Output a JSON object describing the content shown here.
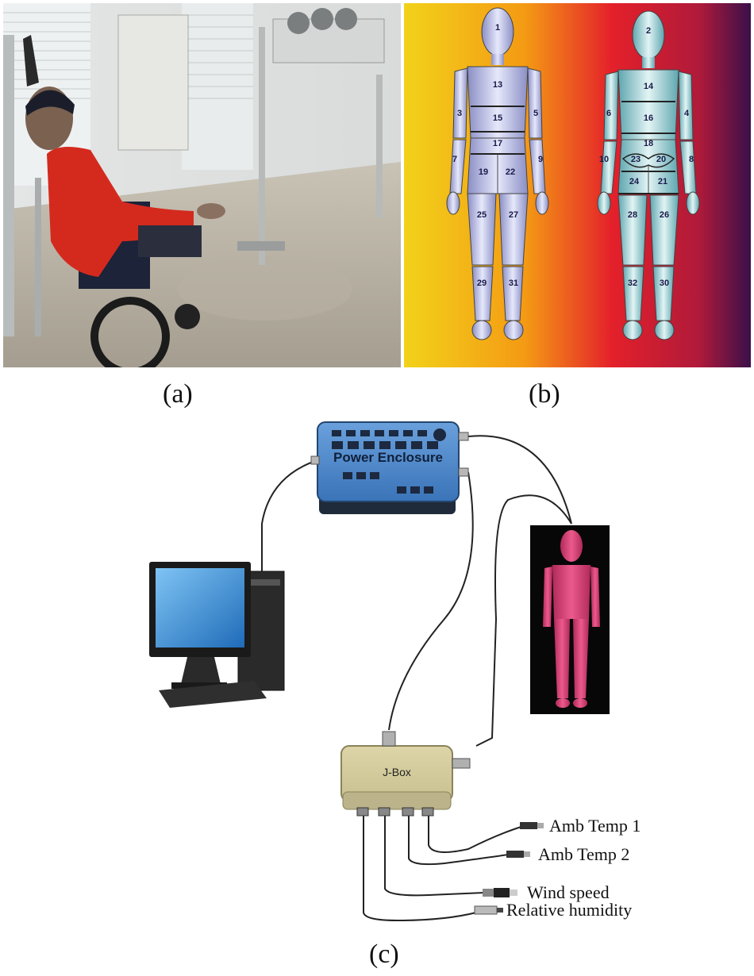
{
  "labels": {
    "a": "(a)",
    "b": "(b)",
    "c": "(c)"
  },
  "front_segments": [
    "1",
    "13",
    "15",
    "17",
    "3",
    "5",
    "7",
    "9",
    "19",
    "22",
    "25",
    "27",
    "29",
    "31"
  ],
  "back_segments": [
    "2",
    "14",
    "16",
    "18",
    "6",
    "4",
    "10",
    "8",
    "23",
    "20",
    "24",
    "21",
    "28",
    "26",
    "32",
    "30"
  ],
  "devices": {
    "power_enclosure": "Power Enclosure",
    "jbox": "J-Box"
  },
  "sensors": [
    "Amb Temp 1",
    "Amb Temp 2",
    "Wind speed",
    "Relative humidity"
  ],
  "colors": {
    "enclosure_blue": "#4a86c8",
    "jbox_tan": "#d8d0a0",
    "thermal_yellow": "#f2d21a",
    "thermal_red": "#e4202a",
    "thermal_purple": "#3a0f4a",
    "manikin_pink": "#e0407a",
    "jacket_red": "#d42a1e"
  }
}
